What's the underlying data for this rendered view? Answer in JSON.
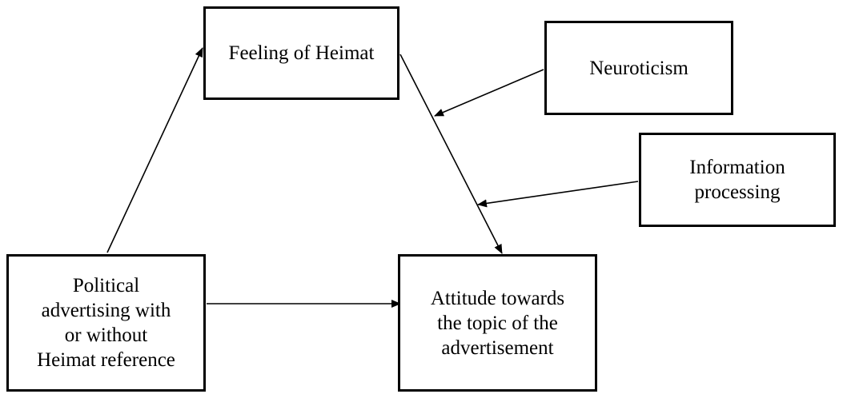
{
  "nodes": {
    "feeling": {
      "lines": [
        "Feeling of Heimat"
      ]
    },
    "neuroticism": {
      "lines": [
        "Neuroticism"
      ]
    },
    "information_processing": {
      "lines": [
        "Information",
        "processing"
      ]
    },
    "political_advertising": {
      "lines": [
        "Political",
        "advertising with",
        "or without",
        "Heimat reference"
      ]
    },
    "attitude": {
      "lines": [
        "Attitude towards",
        "the topic of the",
        "advertisement"
      ]
    }
  },
  "edges": [
    {
      "from": "political_advertising",
      "to": "feeling"
    },
    {
      "from": "feeling",
      "to": "attitude"
    },
    {
      "from": "political_advertising",
      "to": "attitude"
    },
    {
      "from": "neuroticism",
      "to": "feeling-attitude-path"
    },
    {
      "from": "information_processing",
      "to": "feeling-attitude-path"
    }
  ],
  "colors": {
    "stroke": "#000000",
    "background": "#ffffff"
  }
}
